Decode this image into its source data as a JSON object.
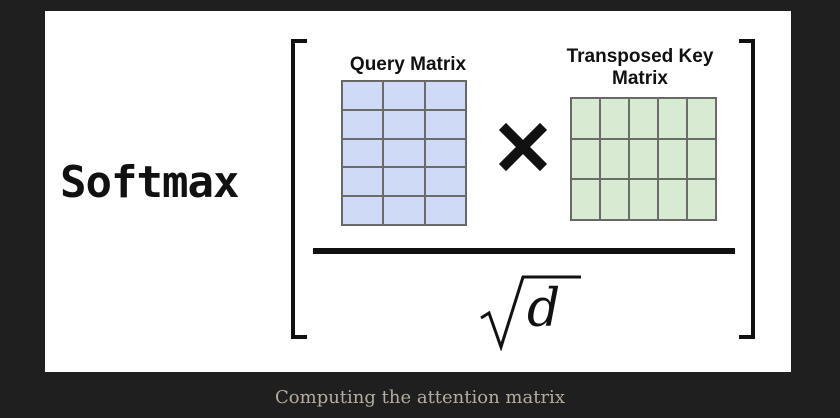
{
  "figure": {
    "softmax_label": "Softmax",
    "query_matrix": {
      "title": "Query Matrix",
      "rows": 5,
      "cols": 3,
      "fill_color": "#cfdaf7"
    },
    "key_matrix": {
      "title_line1": "Transposed Key",
      "title_line2": "Matrix",
      "rows": 3,
      "cols": 5,
      "fill_color": "#d9ead3"
    },
    "operator_icon": "multiply-icon",
    "denominator_symbol": "d"
  },
  "caption": "Computing the attention matrix"
}
